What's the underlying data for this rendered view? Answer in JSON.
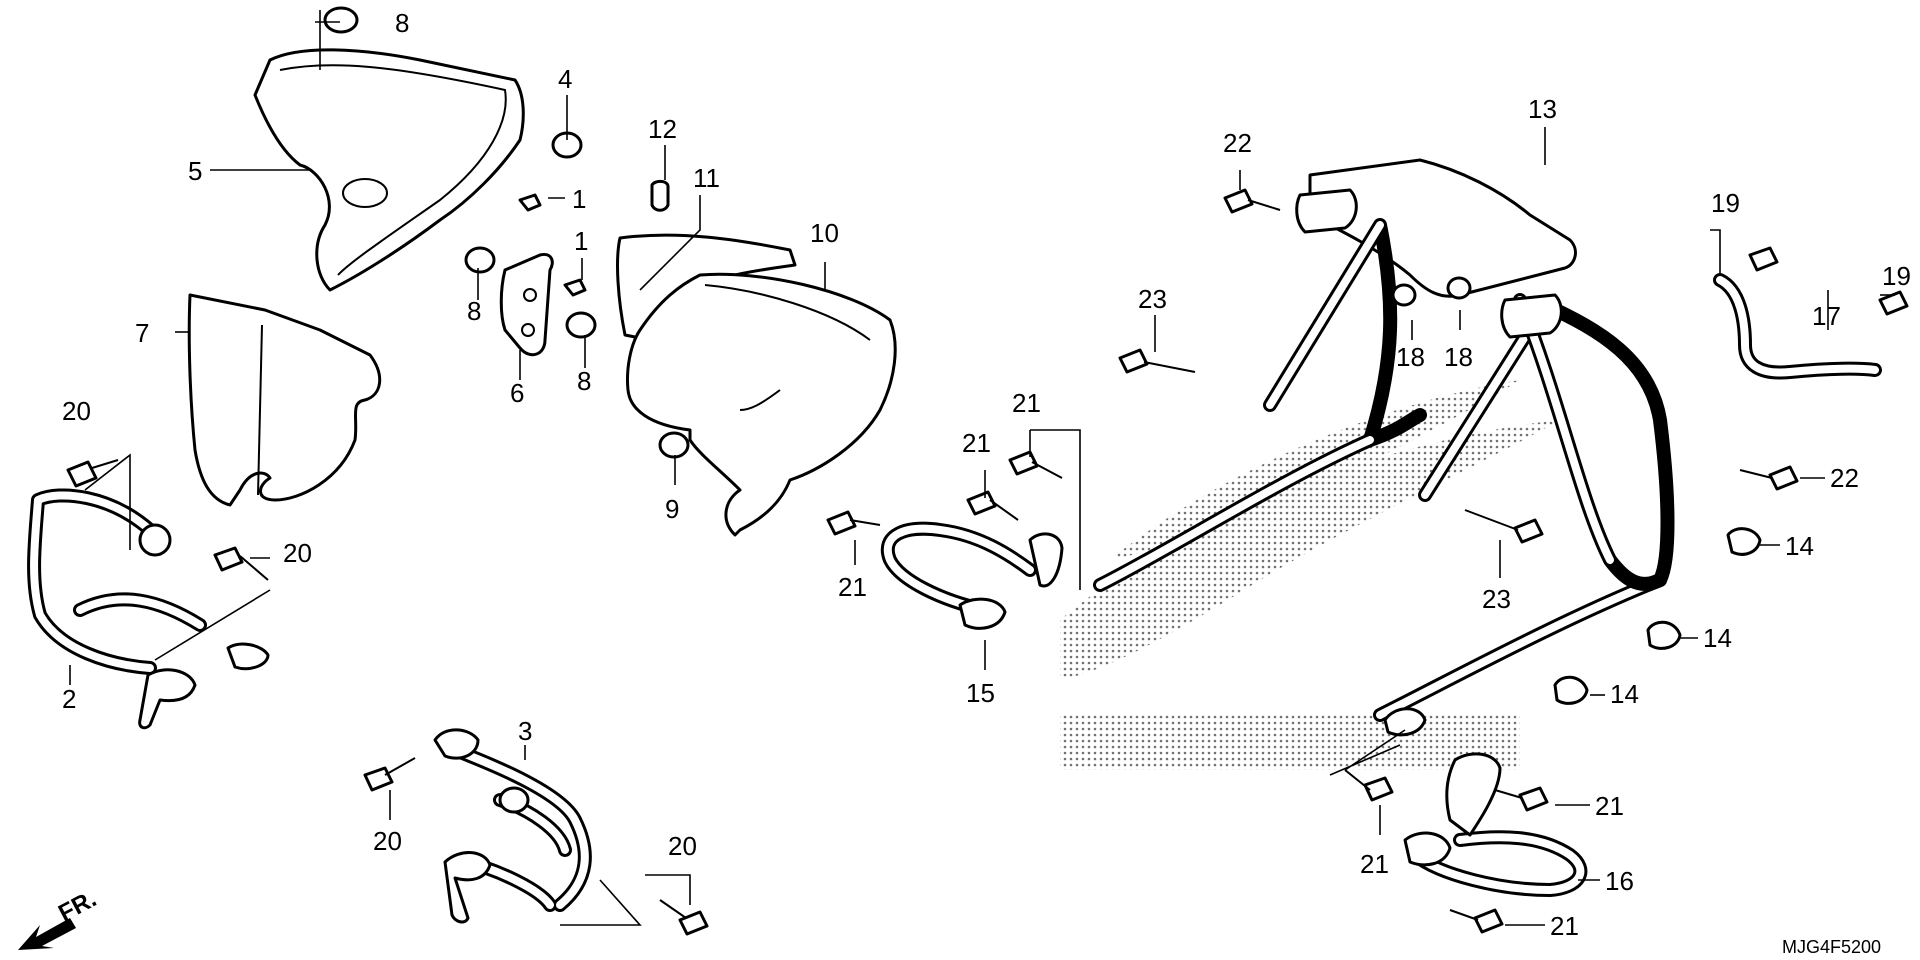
{
  "diagram_code": "MJG4F5200",
  "direction_label": "FR.",
  "callouts": {
    "c1a": "1",
    "c1b": "1",
    "c2": "2",
    "c3": "3",
    "c4": "4",
    "c5": "5",
    "c6": "6",
    "c7": "7",
    "c8a": "8",
    "c8b": "8",
    "c8c": "8",
    "c9": "9",
    "c10": "10",
    "c11": "11",
    "c12": "12",
    "c13": "13",
    "c14a": "14",
    "c14b": "14",
    "c14c": "14",
    "c15": "15",
    "c16": "16",
    "c17": "17",
    "c18a": "18",
    "c18b": "18",
    "c19a": "19",
    "c19b": "19",
    "c20a": "20",
    "c20b": "20",
    "c20c": "20",
    "c20d": "20",
    "c21a": "21",
    "c21b": "21",
    "c21c": "21",
    "c21d": "21",
    "c21e": "21",
    "c21f": "21",
    "c22a": "22",
    "c22b": "22",
    "c23a": "23",
    "c23b": "23"
  }
}
